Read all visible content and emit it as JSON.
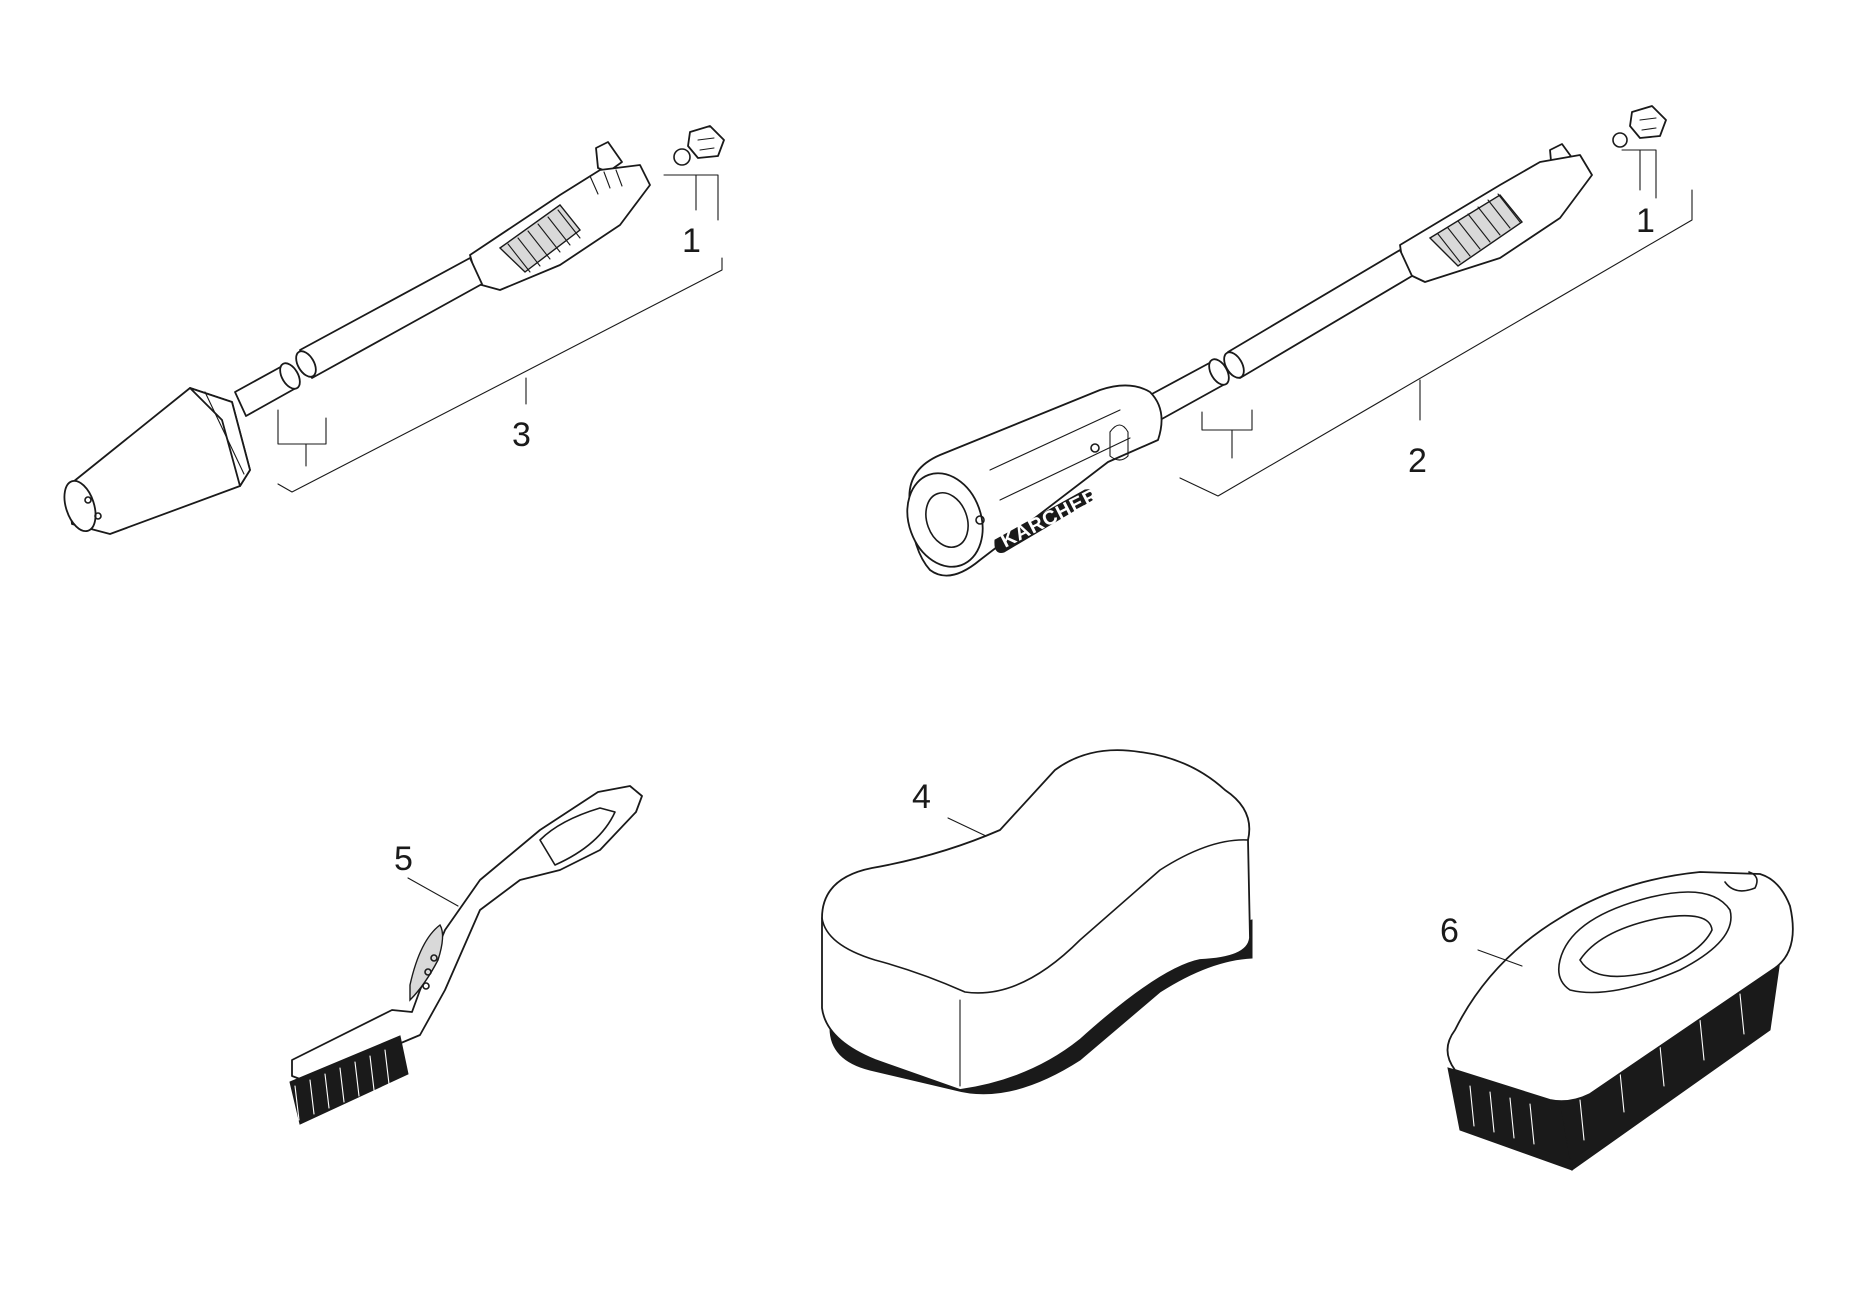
{
  "diagram": {
    "callouts": {
      "one_a": "1",
      "one_b": "1",
      "two": "2",
      "three": "3",
      "four": "4",
      "five": "5",
      "six": "6"
    },
    "brand_text": "KÄRCHER",
    "colors": {
      "line": "#1a1a1a",
      "background": "#ffffff",
      "shade": "#d9d9d9"
    }
  }
}
